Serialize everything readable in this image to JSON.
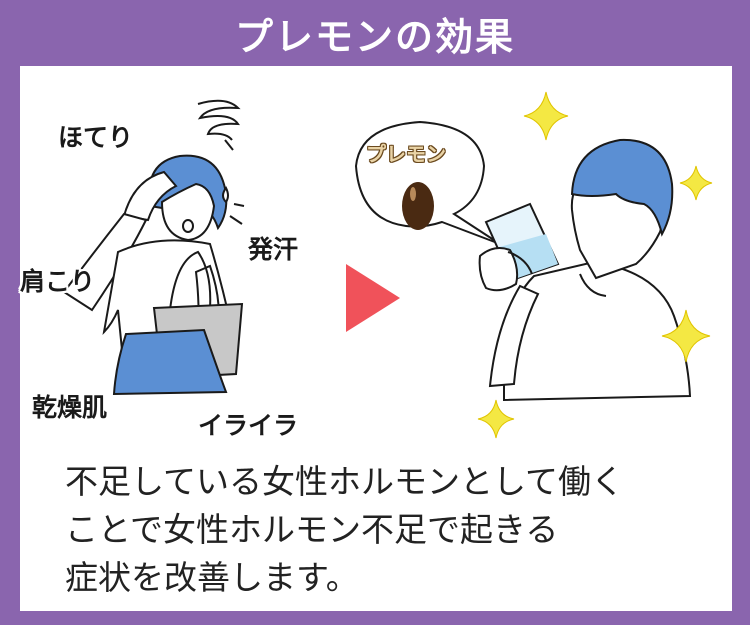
{
  "title": "プレモンの効果",
  "labels": {
    "hot_flash": "ほてり",
    "stiff_shoulders": "肩こり",
    "sweating": "発汗",
    "dry_skin": "乾燥肌",
    "irritability": "イライラ"
  },
  "bubble_label": "プレモン",
  "description": [
    "不足している女性ホルモンとして働く",
    "ことで女性ホルモン不足で起きる",
    "症状を改善します。"
  ],
  "colors": {
    "frame": "#8a65ae",
    "arrow": "#f0525a",
    "sparkle": "#f4e843",
    "hair": "#5b8fd3",
    "capsule": "#4a2a12"
  }
}
